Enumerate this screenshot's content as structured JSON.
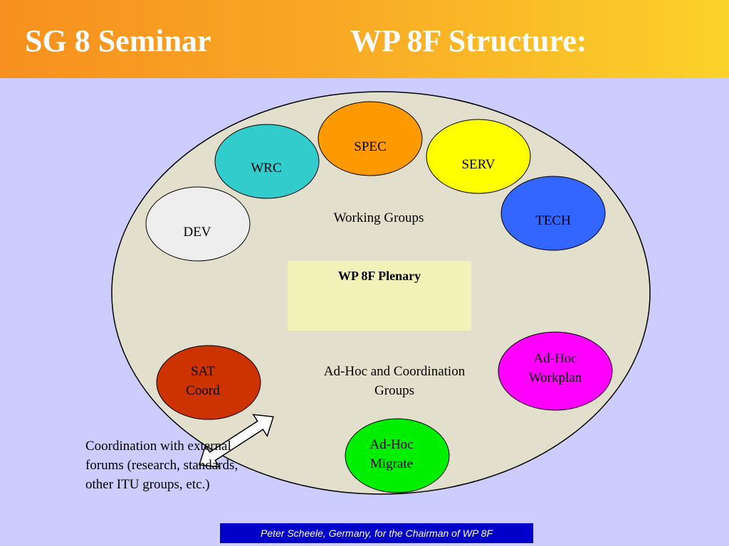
{
  "header": {
    "title_left": "SG 8 Seminar",
    "title_right": "WP 8F Structure:"
  },
  "diagram": {
    "colors": {
      "background": "#ccccff",
      "outer_ellipse": "#e2e0cc",
      "plenary_box": "#f2f2b8"
    },
    "labels": {
      "working_groups": "Working Groups",
      "adhoc_groups_line1": "Ad-Hoc and Coordination",
      "adhoc_groups_line2": "Groups",
      "plenary": "WP 8F Plenary"
    },
    "nodes": [
      {
        "id": "spec",
        "line1": "SPEC",
        "line2": "",
        "color": "#ff9900"
      },
      {
        "id": "wrc",
        "line1": "WRC",
        "line2": "",
        "color": "#33cccc"
      },
      {
        "id": "serv",
        "line1": "SERV",
        "line2": "",
        "color": "#ffff00"
      },
      {
        "id": "tech",
        "line1": "TECH",
        "line2": "",
        "color": "#3366ff"
      },
      {
        "id": "dev",
        "line1": "DEV",
        "line2": "",
        "color": "#eeeeee"
      },
      {
        "id": "sat-coord",
        "line1": "SAT",
        "line2": "Coord",
        "color": "#cc3300"
      },
      {
        "id": "adhoc-workplan",
        "line1": "Ad-Hoc",
        "line2": "Workplan",
        "color": "#ff00ff"
      },
      {
        "id": "adhoc-migrate",
        "line1": "Ad-Hoc",
        "line2": "Migrate",
        "color": "#00ee00"
      }
    ],
    "note": "Coordination with external forums (research, standards, other ITU groups, etc.)"
  },
  "footer": {
    "text": "Peter Scheele, Germany, for the Chairman of WP 8F",
    "color": "#0000c8"
  }
}
